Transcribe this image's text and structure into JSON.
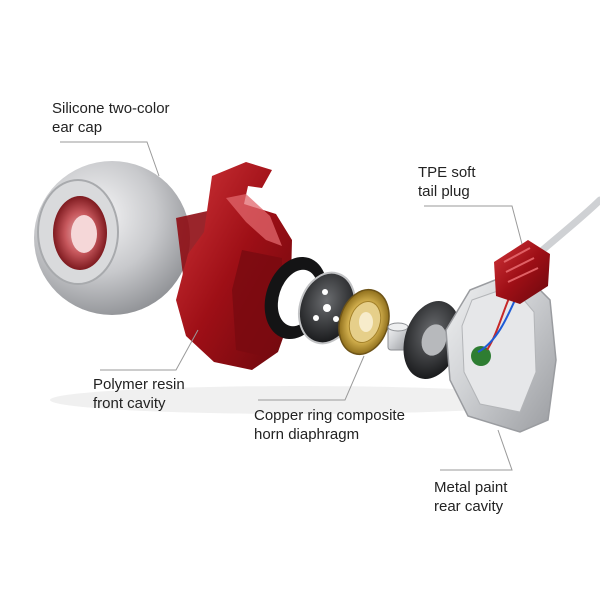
{
  "labels": {
    "ear_cap": {
      "line1": "Silicone two-color",
      "line2": "ear cap"
    },
    "front_cavity": {
      "line1": "Polymer resin",
      "line2": "front cavity"
    },
    "diaphragm": {
      "line1": "Copper ring composite",
      "line2": "horn diaphragm"
    },
    "tail_plug": {
      "line1": "TPE soft",
      "line2": "tail plug"
    },
    "rear_cavity": {
      "line1": "Metal paint",
      "line2": "rear cavity"
    }
  },
  "colors": {
    "resin_red": "#b0141b",
    "metal_silver": "#c9cbce",
    "copper": "#c9a227",
    "leader_line": "#9a9a9a",
    "text": "#222222"
  }
}
